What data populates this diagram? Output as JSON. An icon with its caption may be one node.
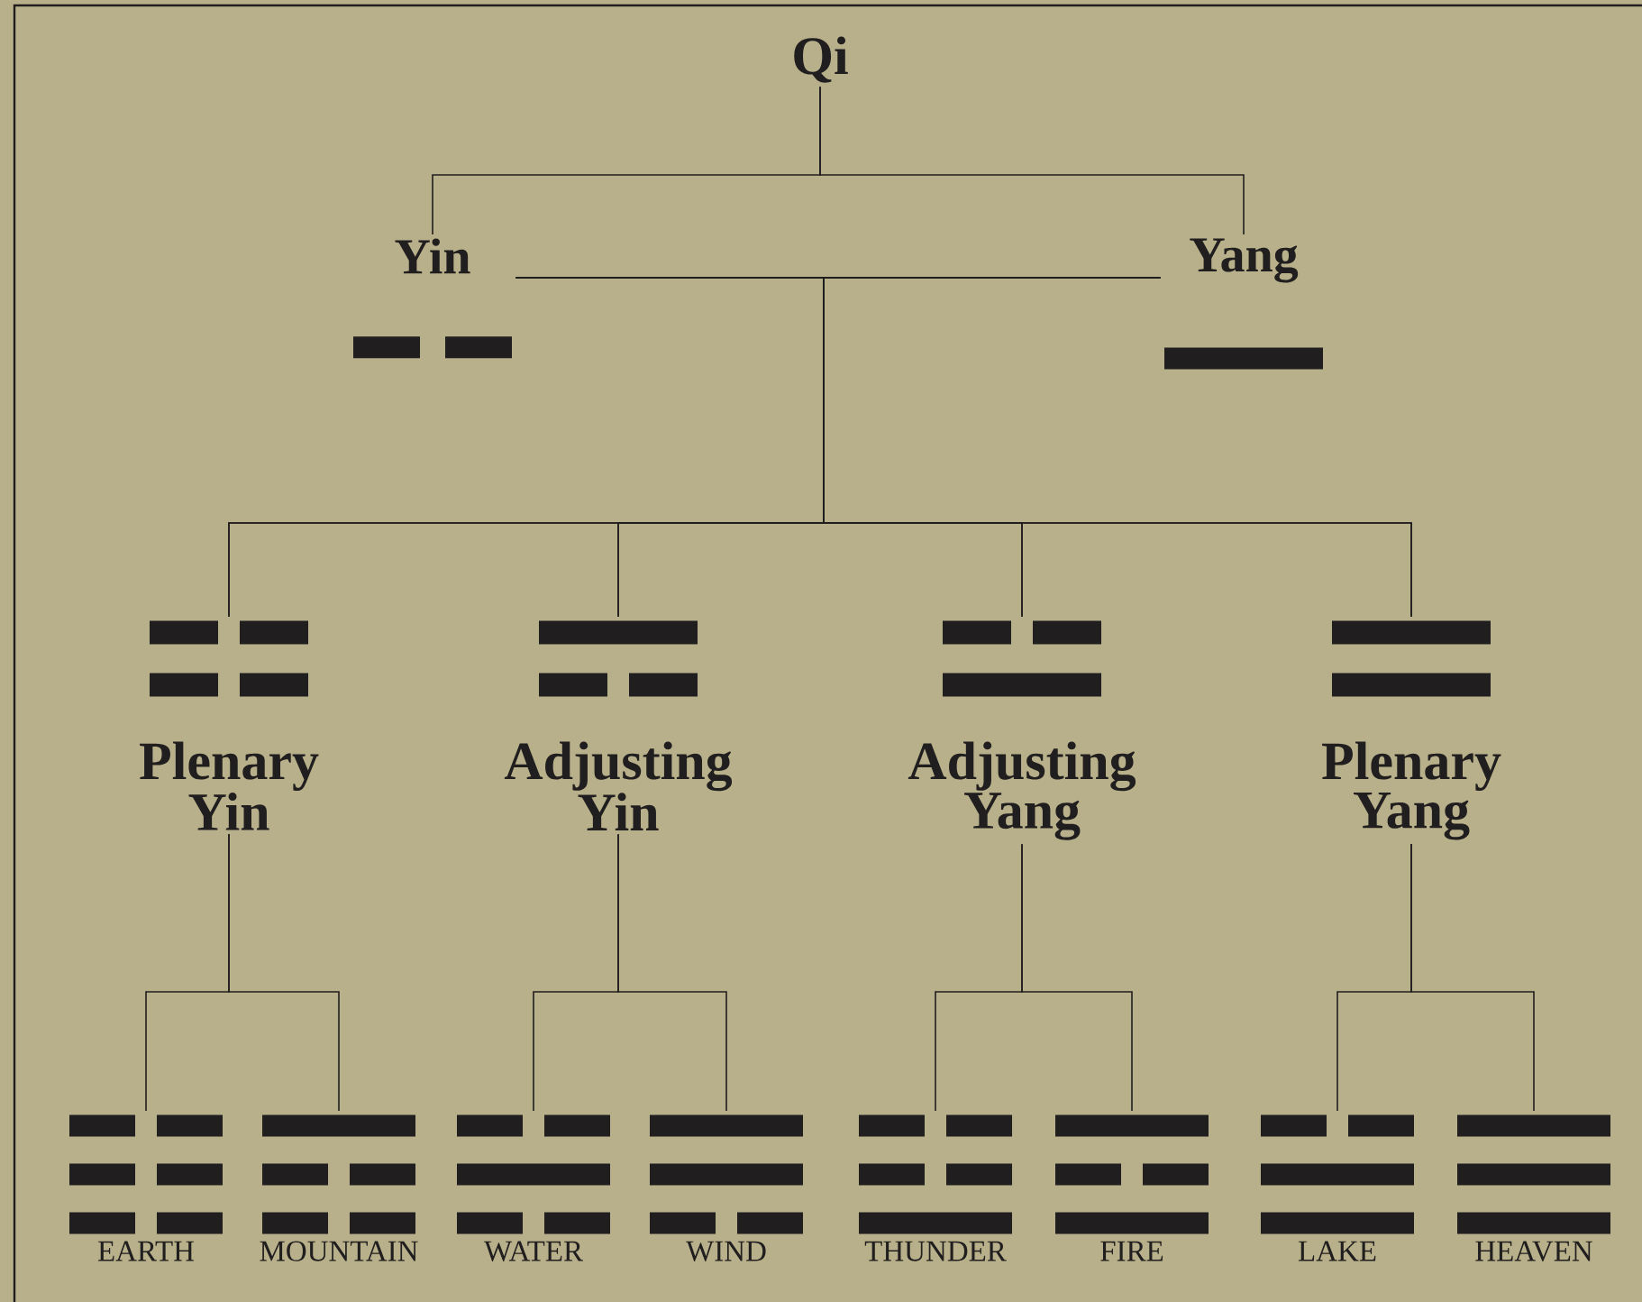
{
  "diagram": {
    "nodes": [
      {
        "text": [
          "Qi"
        ]
      },
      {
        "text": [
          "Yin"
        ]
      },
      {
        "text": [
          "Yang"
        ]
      },
      {
        "text": [
          "Plenary Yin"
        ]
      },
      {
        "text": [
          "Adjusting Yin"
        ]
      },
      {
        "text": [
          "Adjusting Yang"
        ]
      },
      {
        "text": [
          "Plenary Yang"
        ]
      },
      {
        "text": [
          "EARTH"
        ]
      },
      {
        "text": [
          "MOUNTAIN"
        ]
      },
      {
        "text": [
          "WATER"
        ]
      },
      {
        "text": [
          "WIND"
        ]
      },
      {
        "text": [
          "THUNDER"
        ]
      },
      {
        "text": [
          "FIRE"
        ]
      },
      {
        "text": [
          "LAKE"
        ]
      },
      {
        "text": [
          "HEAVEN"
        ]
      }
    ],
    "edges": [
      {
        "from": 0,
        "to": 1,
        "arrow": "none"
      },
      {
        "from": 0,
        "to": 2,
        "arrow": "none"
      },
      {
        "from": 1,
        "to": 3,
        "arrow": "none"
      },
      {
        "from": 1,
        "to": 4,
        "arrow": "none"
      },
      {
        "from": 1,
        "to": 5,
        "arrow": "none"
      },
      {
        "from": 1,
        "to": 6,
        "arrow": "none"
      },
      {
        "from": 2,
        "to": 3,
        "arrow": "none"
      },
      {
        "from": 2,
        "to": 4,
        "arrow": "none"
      },
      {
        "from": 2,
        "to": 5,
        "arrow": "none"
      },
      {
        "from": 2,
        "to": 6,
        "arrow": "none"
      },
      {
        "from": 3,
        "to": 7,
        "arrow": "none"
      },
      {
        "from": 3,
        "to": 8,
        "arrow": "none"
      },
      {
        "from": 4,
        "to": 9,
        "arrow": "none"
      },
      {
        "from": 4,
        "to": 10,
        "arrow": "none"
      },
      {
        "from": 5,
        "to": 11,
        "arrow": "none"
      },
      {
        "from": 5,
        "to": 12,
        "arrow": "none"
      },
      {
        "from": 6,
        "to": 13,
        "arrow": "none"
      },
      {
        "from": 6,
        "to": 14,
        "arrow": "none"
      }
    ]
  }
}
